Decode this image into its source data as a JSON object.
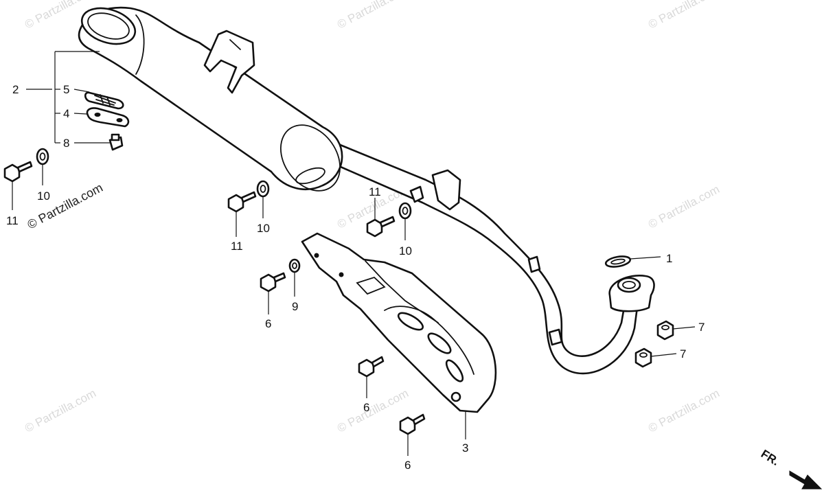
{
  "diagram": {
    "callouts": {
      "c1": "1",
      "c2": "2",
      "c3": "3",
      "c4": "4",
      "c5": "5",
      "c6a": "6",
      "c6b": "6",
      "c6c": "6",
      "c7a": "7",
      "c7b": "7",
      "c8": "8",
      "c9": "9",
      "c10a": "10",
      "c10b": "10",
      "c10c": "10",
      "c11a": "11",
      "c11b": "11",
      "c11c": "11"
    },
    "direction_label": "FR.",
    "watermark": "© Partzilla.com"
  }
}
